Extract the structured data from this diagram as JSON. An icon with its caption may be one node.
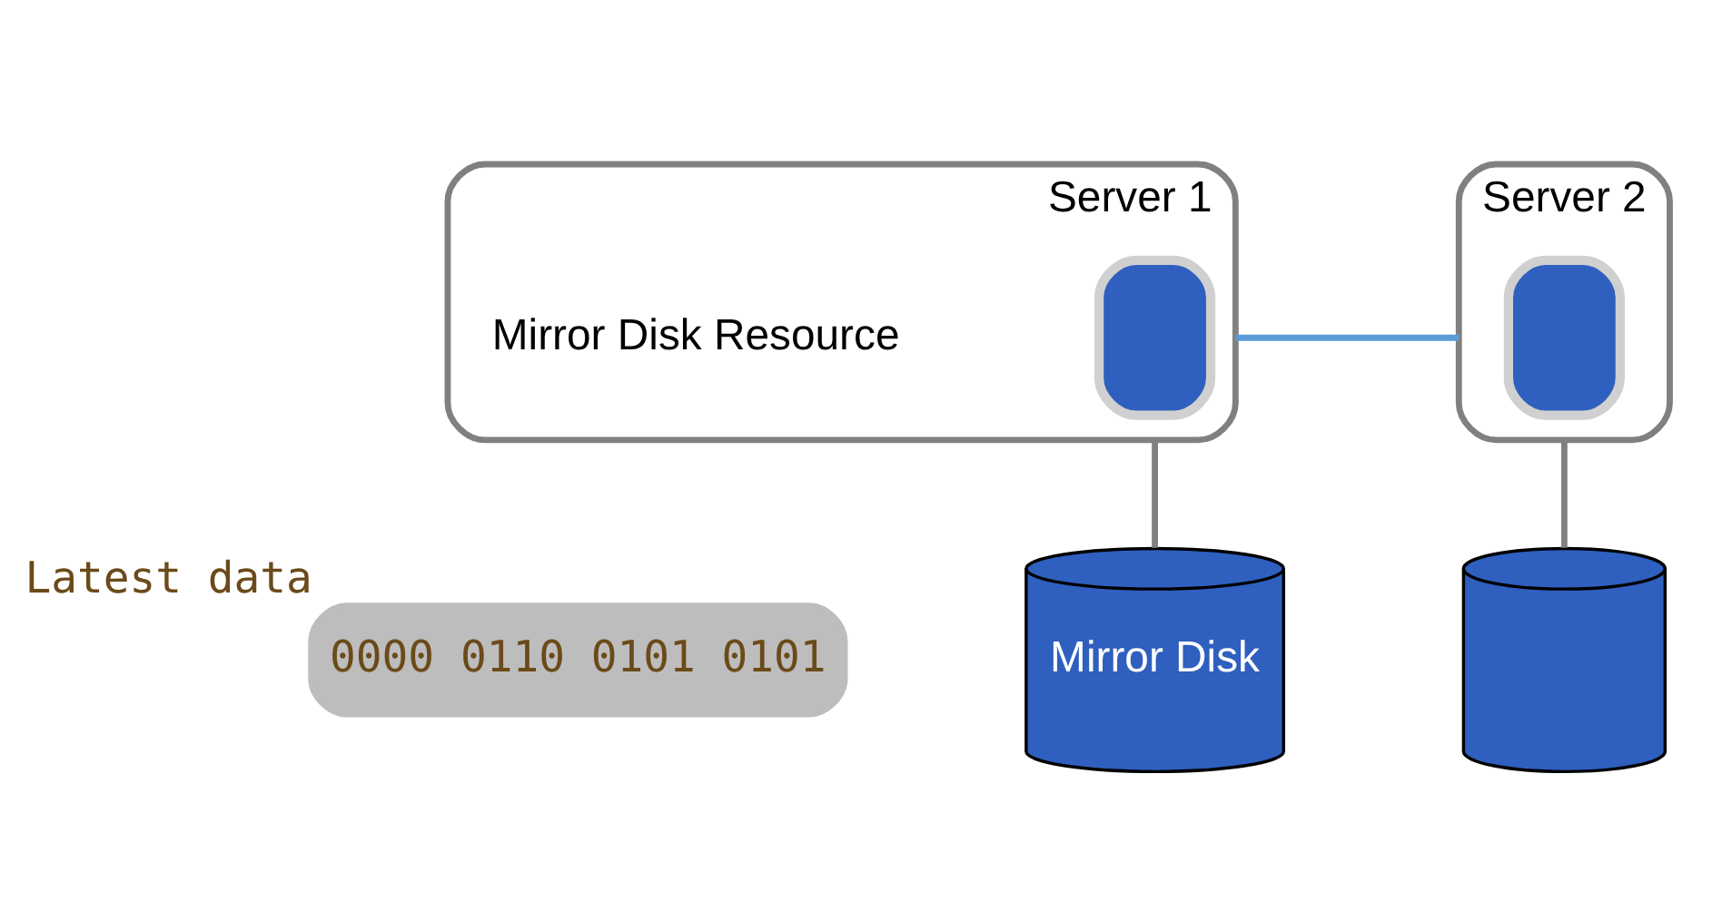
{
  "diagram": {
    "nodes": [
      {
        "text": [
          "Server 1"
        ]
      },
      {
        "text": [],
        "shape": "box",
        "in": 0
      },
      {
        "text": [
          "Mirror Disk Resource"
        ],
        "in": 0
      },
      {
        "text": [
          "Server 2"
        ]
      },
      {
        "text": [],
        "shape": "box",
        "in": 3
      },
      {
        "text": [
          "Mirror Disk"
        ]
      },
      {
        "text": [
          "0000 0110 0101 0101"
        ],
        "beside": [
          "Latest data"
        ]
      },
      {
        "text": [],
        "shape": "cylinder"
      }
    ],
    "edges": [
      {
        "from": 0,
        "to": 3,
        "arrow": "none",
        "color": "#5b9bd5"
      },
      {
        "from": 0,
        "to": 5,
        "arrow": "none"
      },
      {
        "from": 3,
        "to": 7,
        "arrow": "none"
      }
    ]
  }
}
